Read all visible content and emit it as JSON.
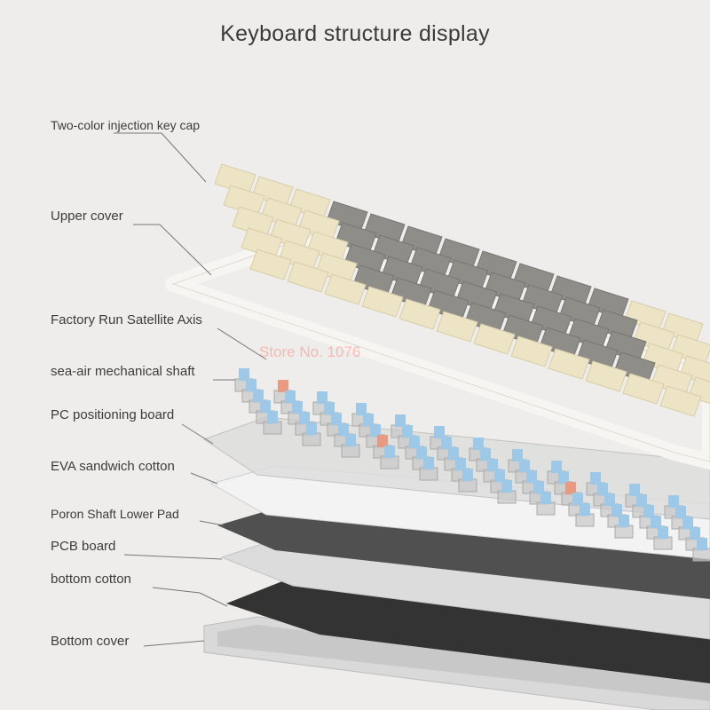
{
  "title": "Keyboard structure display",
  "labels": [
    "Two-color injection key cap",
    "Upper cover",
    "Factory Run Satellite Axis",
    "sea-air mechanical shaft",
    "PC positioning board",
    "EVA sandwich cotton",
    "Poron Shaft Lower Pad",
    "PCB board",
    "bottom cotton",
    "Bottom cover"
  ],
  "watermark": "Store No. 1076",
  "colors": {
    "background": "#eeedeb",
    "keycap_cream": "#ede4c6",
    "keycap_gray": "#8f8d88",
    "switch_blue": "#9ec8e8",
    "switch_orange": "#e89a82",
    "pcb_dark": "#4a4a4a",
    "bottom_cotton": "#3a3a3a"
  }
}
